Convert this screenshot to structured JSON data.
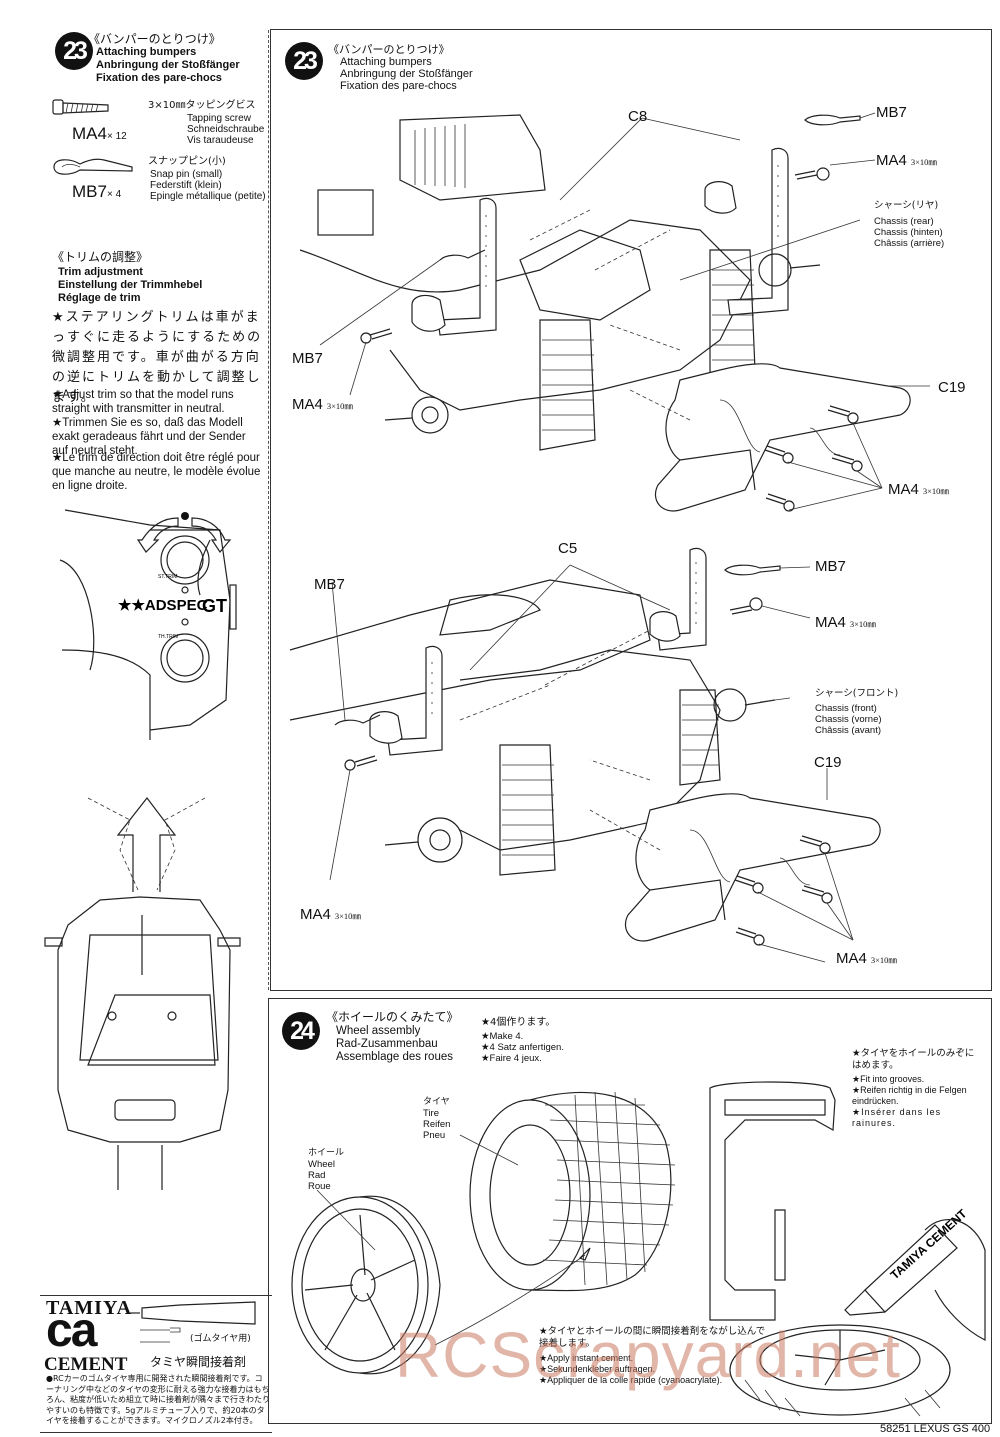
{
  "left_column": {
    "step23": {
      "number": "23",
      "title_jp": "《バンパーのとりつけ》",
      "title_en": "Attaching bumpers",
      "title_de": "Anbringung der Stoßfänger",
      "title_fr": "Fixation des pare-chocs",
      "parts": [
        {
          "code": "MA4",
          "qty": "× 12",
          "spec_jp": "3×10㎜タッピングビス",
          "name_en": "Tapping screw",
          "name_de": "Schneidschraube",
          "name_fr": "Vis taraudeuse"
        },
        {
          "code": "MB7",
          "qty": "× 4",
          "spec_jp": "スナップピン(小)",
          "name_en": "Snap pin (small)",
          "name_de": "Federstift (klein)",
          "name_fr": "Epingle métallique (petite)"
        }
      ]
    },
    "trim": {
      "title_jp": "《トリムの調整》",
      "title_en": "Trim adjustment",
      "title_de": "Einstellung der Trimmhebel",
      "title_fr": "Réglage de trim",
      "body_jp": "★ステアリングトリムは車がまっすぐに走るようにするための微調整用です。車が曲がる方向の逆にトリムを動かして調整します。",
      "body_en": "★Adjust trim so that the model runs straight with transmitter in neutral.",
      "body_de": "★Trimmen Sie es so, daß das Modell exakt geradeaus fährt und der Sender auf neutral steht.",
      "body_fr": "★Le trim de direction doit être réglé pour que manche au neutre, le modèle évolue en ligne droite.",
      "transmitter": {
        "brand": "ADSPEC",
        "model": "GT",
        "st_trim": "ST.TRIM",
        "th_trim": "TH.TRIM"
      }
    },
    "cement_ad": {
      "brand_top": "TAMIYA",
      "brand_mid": "ca",
      "brand_bottom": "CEMENT",
      "usage_jp": "(ゴムタイヤ用)",
      "product_jp": "タミヤ瞬間接着剤",
      "body_jp": "●RCカーのゴムタイヤ専用に開発された瞬間接着剤です。コーナリング中などのタイヤの変形に耐える強力な接着力はもちろん、粘度が低いため組立て時に接着剤が隅々まで行きわたりやすいのも特徴です。5gアルミチューブ入りで、約20本のタイヤを接着することができます。マイクロノズル2本付き。"
    }
  },
  "rear_diagram": {
    "step_number": "23",
    "title_jp": "《バンパーのとりつけ》",
    "title_en": "Attaching bumpers",
    "title_de": "Anbringung der Stoßfänger",
    "title_fr": "Fixation des pare-chocs",
    "labels": {
      "c8": "C8",
      "mb7_right": "MB7",
      "ma4_right": "MA4",
      "ma4_right_spec": "3×10㎜",
      "chassis_jp": "シャーシ(リヤ)",
      "chassis_en": "Chassis (rear)",
      "chassis_de": "Chassis (hinten)",
      "chassis_fr": "Châssis (arrière)",
      "mb7_left": "MB7",
      "ma4_left": "MA4",
      "ma4_left_spec": "3×10㎜",
      "c19": "C19",
      "ma4_bottom": "MA4",
      "ma4_bottom_spec": "3×10㎜"
    }
  },
  "front_diagram": {
    "labels": {
      "c5": "C5",
      "mb7_left": "MB7",
      "mb7_right": "MB7",
      "ma4_right": "MA4",
      "ma4_right_spec": "3×10㎜",
      "chassis_jp": "シャーシ(フロント)",
      "chassis_en": "Chassis (front)",
      "chassis_de": "Chassis (vorne)",
      "chassis_fr": "Châssis (avant)",
      "c19": "C19",
      "ma4_left": "MA4",
      "ma4_left_spec": "3×10㎜",
      "ma4_bottom": "MA4",
      "ma4_bottom_spec": "3×10㎜"
    }
  },
  "step24": {
    "number": "24",
    "title_jp": "《ホイールのくみたて》",
    "title_en": "Wheel assembly",
    "title_de": "Rad-Zusammenbau",
    "title_fr": "Assemblage des roues",
    "make_jp": "★4個作ります。",
    "make_en": "★Make 4.",
    "make_de": "★4 Satz anfertigen.",
    "make_fr": "★Faire 4 jeux.",
    "tire_jp": "タイヤ",
    "tire_en": "Tire",
    "tire_de": "Reifen",
    "tire_fr": "Pneu",
    "wheel_jp": "ホイール",
    "wheel_en": "Wheel",
    "wheel_de": "Rad",
    "wheel_fr": "Roue",
    "groove_jp": "★タイヤをホイールのみぞにはめます。",
    "groove_en": "★Fit into grooves.",
    "groove_de": "★Reifen richtig in die Felgen eindrücken.",
    "groove_fr": "★Insérer dans les rainures.",
    "cement_jp": "★タイヤとホイールの間に瞬間接着剤をながし込んで接着します。",
    "cement_en": "★Apply instant cement.",
    "cement_de": "★Sekundenkleber auftragen.",
    "cement_fr": "★Appliquer de la colle rapide (cyanoacrylate)."
  },
  "footer": {
    "page_ref": "58251 LEXUS GS 400"
  },
  "watermark": "RCScrapyard.net"
}
